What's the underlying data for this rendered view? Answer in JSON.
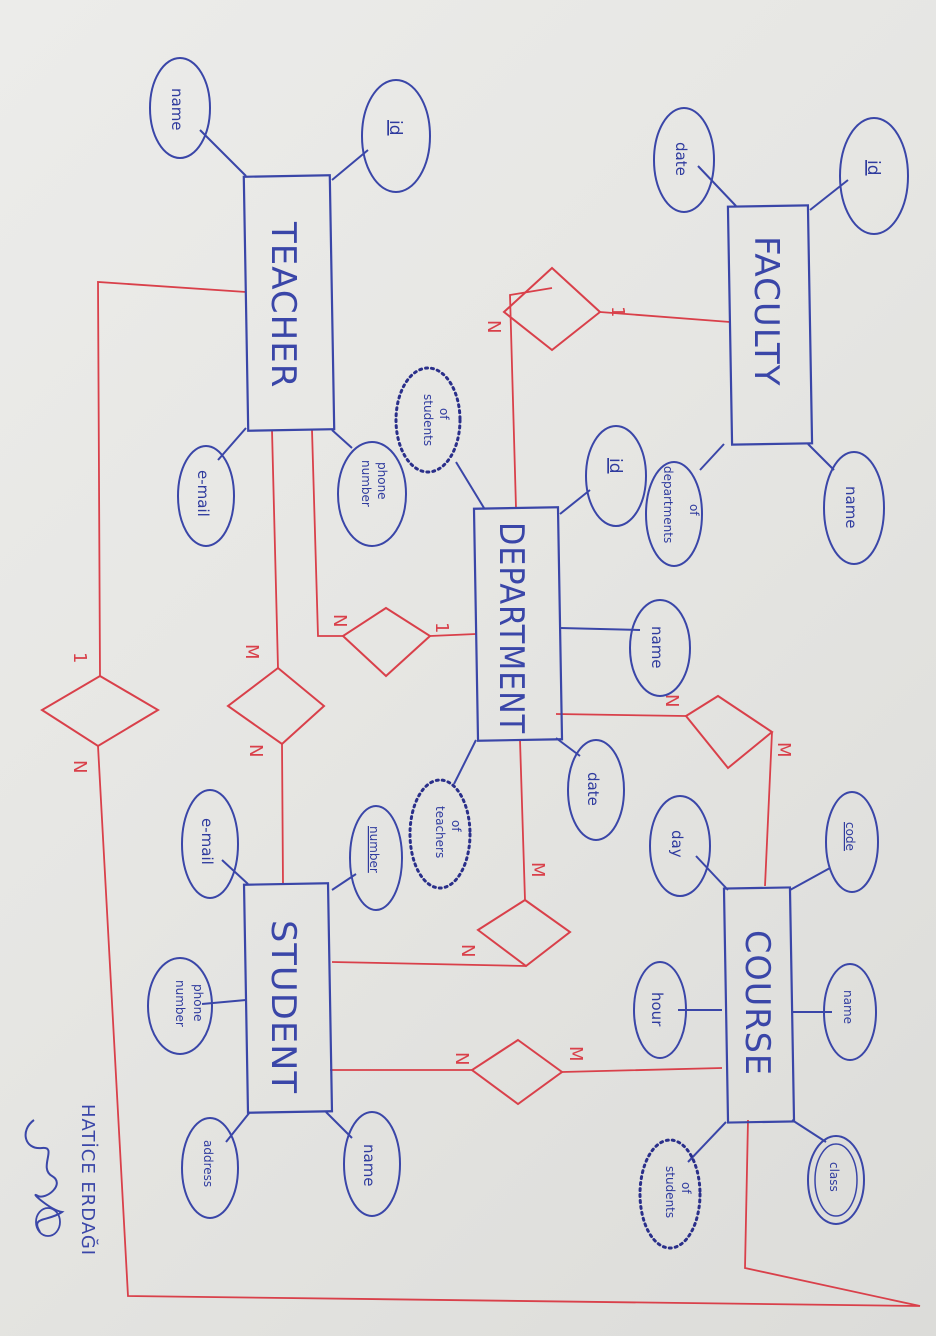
{
  "entities": {
    "teacher": "TEACHER",
    "faculty": "FACULTY",
    "department": "DEPARTMENT",
    "student": "STUDENT",
    "course": "COURSE"
  },
  "attributes": {
    "teacher": {
      "name": "name",
      "id": "id",
      "email": "e-mail",
      "phone_line1": "phone",
      "phone_line2": "number"
    },
    "faculty": {
      "date": "date",
      "id": "id",
      "name": "name",
      "departments_line1": "of",
      "departments_line2": "departments"
    },
    "department": {
      "students_line1": "of",
      "students_line2": "students",
      "id": "id",
      "name": "name",
      "date": "date",
      "teachers_line1": "of",
      "teachers_line2": "teachers"
    },
    "student": {
      "email": "e-mail",
      "number": "number",
      "phone_line1": "phone",
      "phone_line2": "number",
      "address": "address",
      "name": "name"
    },
    "course": {
      "day": "day",
      "code": "code",
      "hour": "hour",
      "name": "name",
      "students_line1": "of",
      "students_line2": "students",
      "class": "class"
    }
  },
  "cardinalities": {
    "faculty_department_faculty": "1",
    "faculty_department_department": "N",
    "teacher_department_teacher": "N",
    "teacher_department_department": "1",
    "teacher_student_teacher": "M",
    "teacher_student_student": "N",
    "teacher_course_teacher": "1",
    "teacher_course_course": "N",
    "department_course_department": "N",
    "department_course_course": "M",
    "department_student_department": "M",
    "department_student_student": "N",
    "student_course_student": "N",
    "student_course_course": "M"
  },
  "author": "HATİCE ERDAĞI",
  "colors": {
    "entity": "#3a46a8",
    "relationship": "#d9404a",
    "paper": "#e6e6e3"
  }
}
